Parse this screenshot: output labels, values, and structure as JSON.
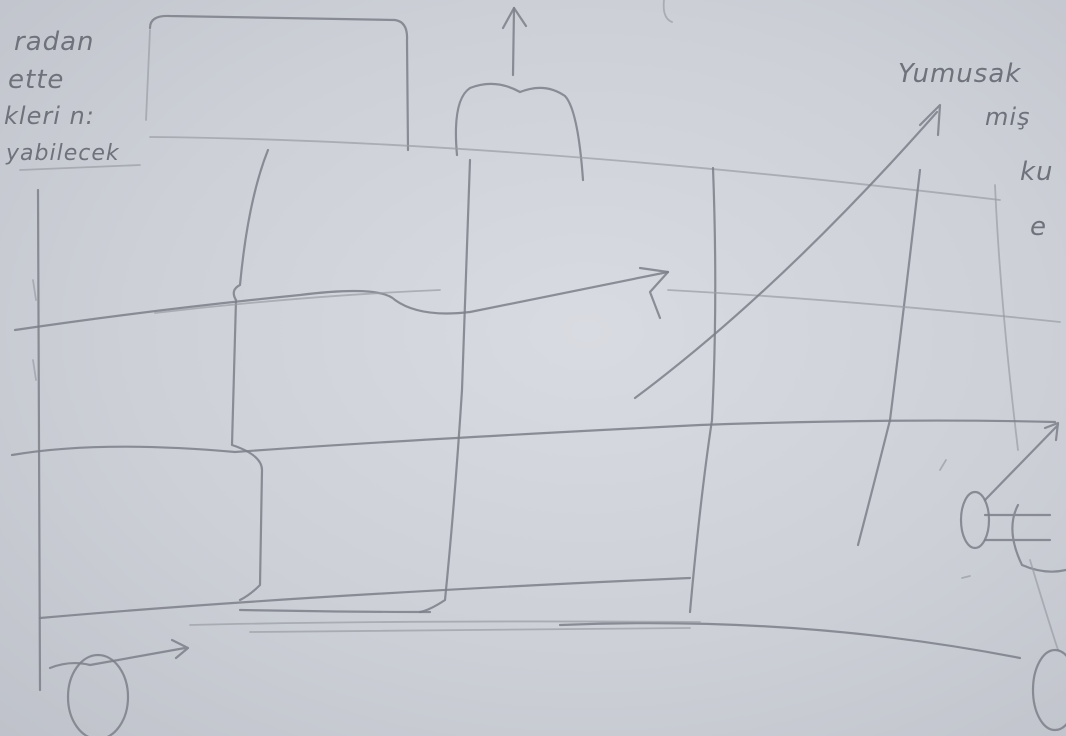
{
  "notes": {
    "left_lines": [
      "radan",
      "ette",
      "kleri n:",
      "yabilecek"
    ],
    "right_top": "Yumusak",
    "right_lines": [
      "miş",
      "ku",
      "e"
    ]
  },
  "colors": {
    "paper": "#d4d7dd",
    "pencil": "#7d7f88"
  }
}
